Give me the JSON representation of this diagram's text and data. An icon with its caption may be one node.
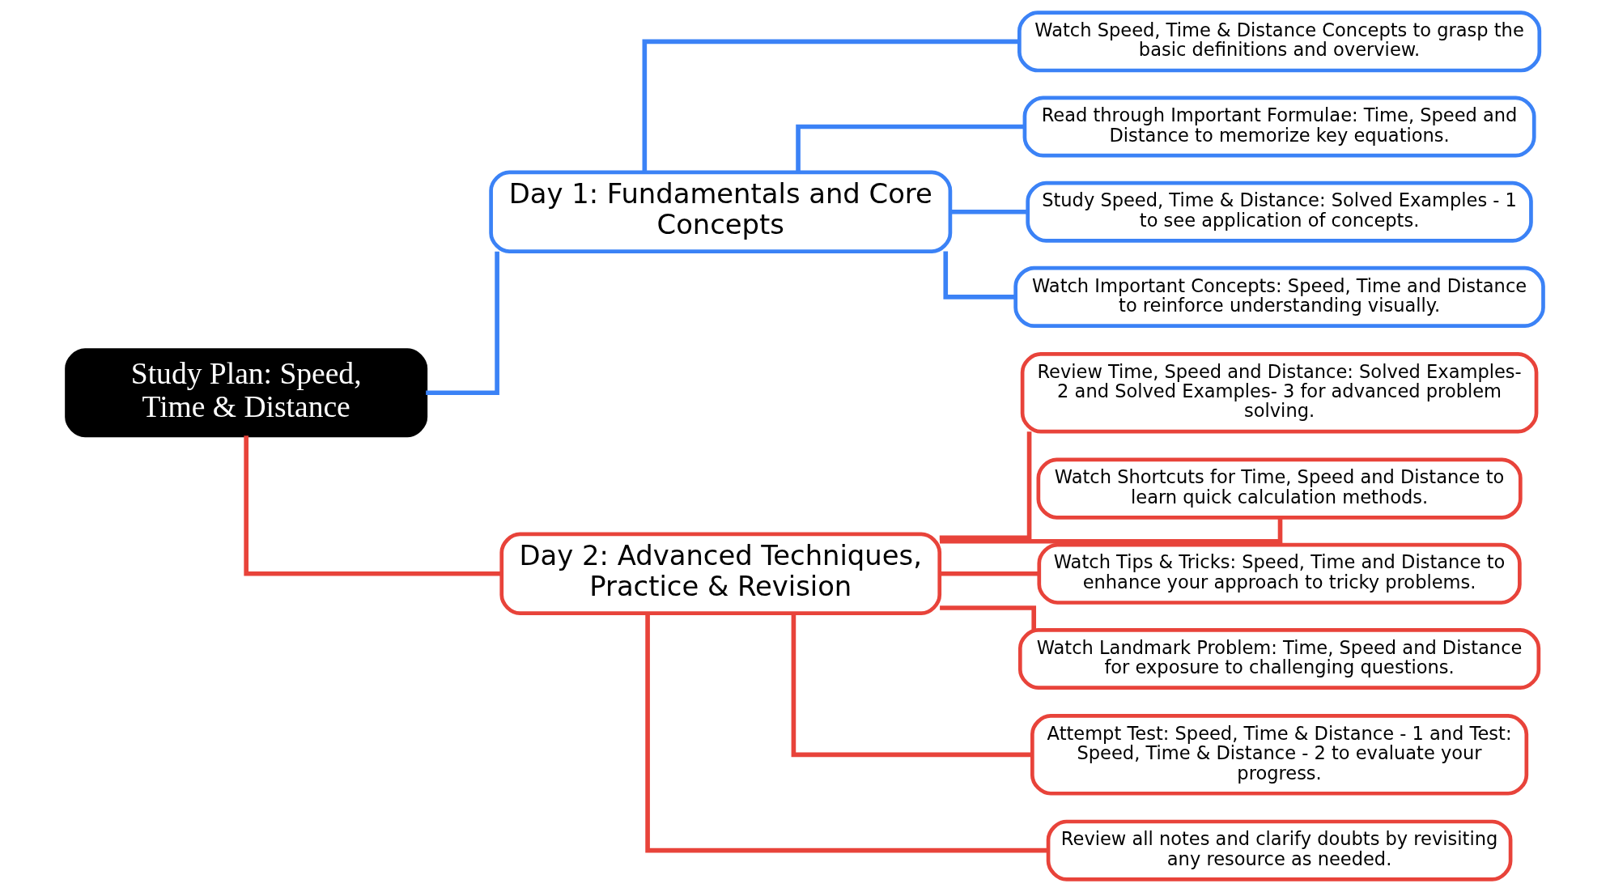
{
  "diagram": {
    "nodes": [
      {
        "text": [
          "Study Plan: Speed, Time & Distance"
        ]
      },
      {
        "text": [
          "Day 1: Fundamentals and Core Concepts"
        ]
      },
      {
        "text": [
          "Watch Speed, Time & Distance Concepts to grasp the basic definitions and overview."
        ]
      },
      {
        "text": [
          "Read through Important Formulae: Time, Speed and Distance to memorize key equations."
        ]
      },
      {
        "text": [
          "Study Speed, Time & Distance: Solved Examples - 1 to see application of concepts."
        ]
      },
      {
        "text": [
          "Watch Important Concepts: Speed, Time and Distance to reinforce understanding visually."
        ]
      },
      {
        "text": [
          "Day 2: Advanced Techniques, Practice & Revision"
        ]
      },
      {
        "text": [
          "Review Time, Speed and Distance: Solved Examples- 2 and Solved Examples- 3 for advanced problem solving."
        ]
      },
      {
        "text": [
          "Watch Shortcuts for Time, Speed and Distance to learn quick calculation methods."
        ]
      },
      {
        "text": [
          "Watch Tips & Tricks: Speed, Time and Distance to enhance your approach to tricky problems."
        ]
      },
      {
        "text": [
          "Watch Landmark Problem: Time, Speed and Distance for exposure to challenging questions."
        ]
      },
      {
        "text": [
          "Attempt Test: Speed, Time & Distance - 1 and Test: Speed, Time & Distance - 2 to evaluate your progress."
        ]
      },
      {
        "text": [
          "Review all notes and clarify doubts by revisiting any resource as needed."
        ]
      }
    ],
    "edges": [
      {
        "from": 0,
        "to": 1,
        "arrow": "none",
        "color": "#3b82f6"
      },
      {
        "from": 1,
        "to": 2,
        "arrow": "none",
        "color": "#3b82f6"
      },
      {
        "from": 1,
        "to": 3,
        "arrow": "none",
        "color": "#3b82f6"
      },
      {
        "from": 1,
        "to": 4,
        "arrow": "none",
        "color": "#3b82f6"
      },
      {
        "from": 1,
        "to": 5,
        "arrow": "none",
        "color": "#3b82f6"
      },
      {
        "from": 0,
        "to": 6,
        "arrow": "none"
      },
      {
        "from": 6,
        "to": 7,
        "arrow": "none"
      },
      {
        "from": 6,
        "to": 8,
        "arrow": "none"
      },
      {
        "from": 6,
        "to": 9,
        "arrow": "none"
      },
      {
        "from": 6,
        "to": 10,
        "arrow": "none"
      },
      {
        "from": 6,
        "to": 11,
        "arrow": "none"
      },
      {
        "from": 6,
        "to": 12,
        "arrow": "none"
      }
    ]
  }
}
